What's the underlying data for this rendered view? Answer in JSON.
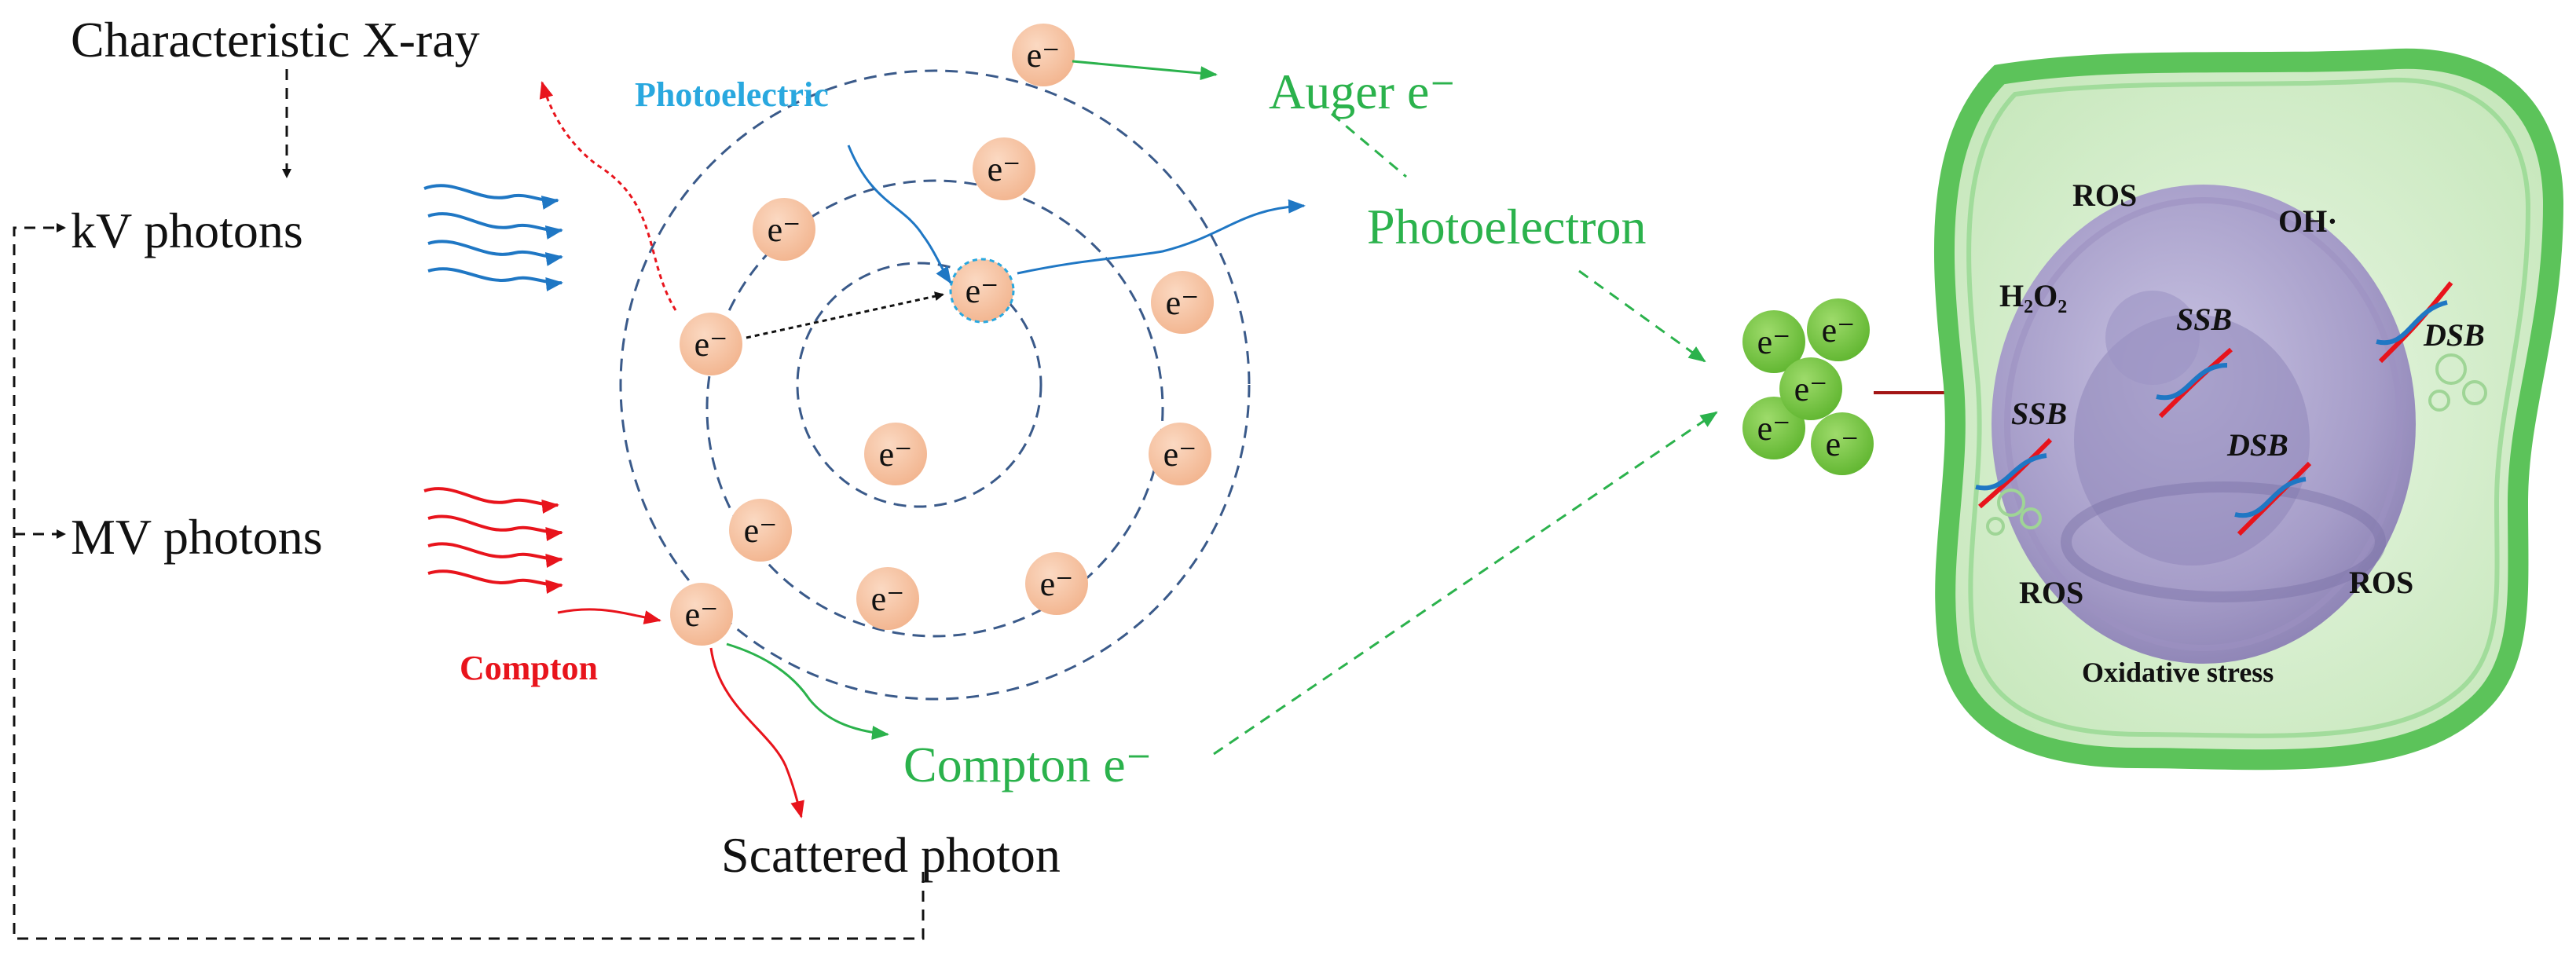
{
  "labels": {
    "characteristic_xray": "Characteristic X-ray",
    "kv_photons": "kV photons",
    "mv_photons": "MV photons",
    "photoelectric": "Photoelectric",
    "compton": "Compton",
    "auger": "Auger e⁻",
    "photoelectron": "Photoelectron",
    "compton_e": "Compton e⁻",
    "scattered_photon": "Scattered photon",
    "electron": "e⁻"
  },
  "cell": {
    "ros_top": "ROS",
    "oh": "OH·",
    "h2o2": "H₂O₂",
    "ssb_nucleus": "SSB",
    "ssb_left": "SSB",
    "dsb_nucleus": "DSB",
    "dsb_right": "DSB",
    "ros_left": "ROS",
    "ros_right": "ROS",
    "oxidative_stress": "Oxidative stress"
  },
  "colors": {
    "kv_arrows": "#1f77c4",
    "mv_arrows": "#e8141c",
    "green_text": "#2bb24c",
    "photoelectric_text": "#29a8df",
    "compton_text": "#e8141c",
    "electron_fill": "#f7c8a8",
    "electron_cluster": "#7ac943",
    "cell_membrane": "#5cc35a",
    "nucleus": "#a59cc8"
  }
}
